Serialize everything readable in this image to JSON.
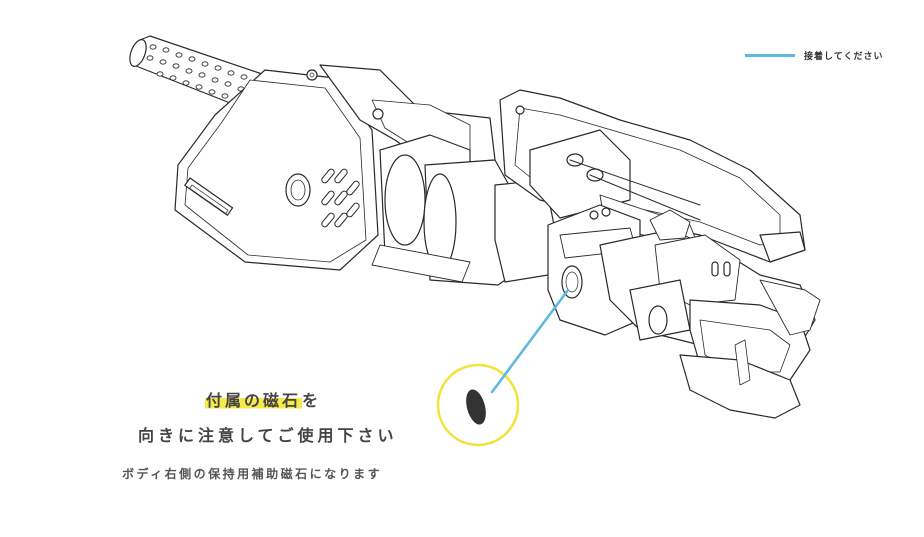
{
  "legend": {
    "label": "接着してください",
    "line_color": "#5bb8e0"
  },
  "captions": {
    "line1_highlight": "付属の磁石",
    "line1_rest": "を",
    "line2": "向きに注意してご使用下さい",
    "line3": "ボディ右側の保持用補助磁石になります",
    "highlight_color": "#f6ea4a"
  },
  "callout": {
    "circle_color": "#f2e23a",
    "leader_color": "#5bb8e0",
    "magnet_color": "#333333"
  }
}
